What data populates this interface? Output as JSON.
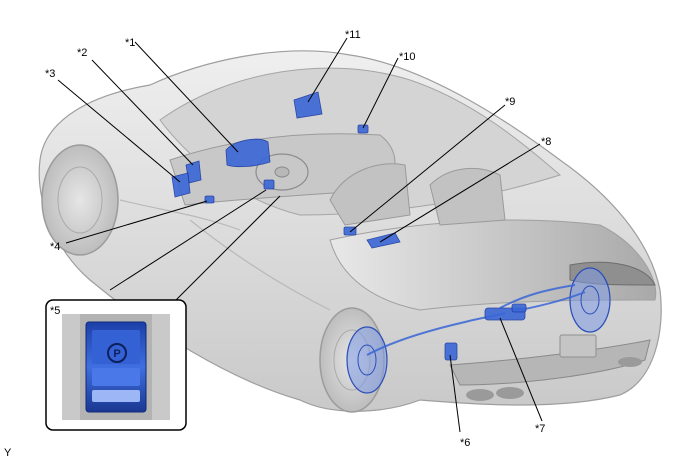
{
  "callouts": {
    "c1": "*1",
    "c2": "*2",
    "c3": "*3",
    "c4": "*4",
    "c5": "*5",
    "c6": "*6",
    "c7": "*7",
    "c8": "*8",
    "c9": "*9",
    "c10": "*10",
    "c11": "*11"
  },
  "switch_glyph": "P",
  "corner_label": "Y",
  "colors": {
    "part_blue": "#3a66d6",
    "car_body": "#d9d9d9"
  }
}
